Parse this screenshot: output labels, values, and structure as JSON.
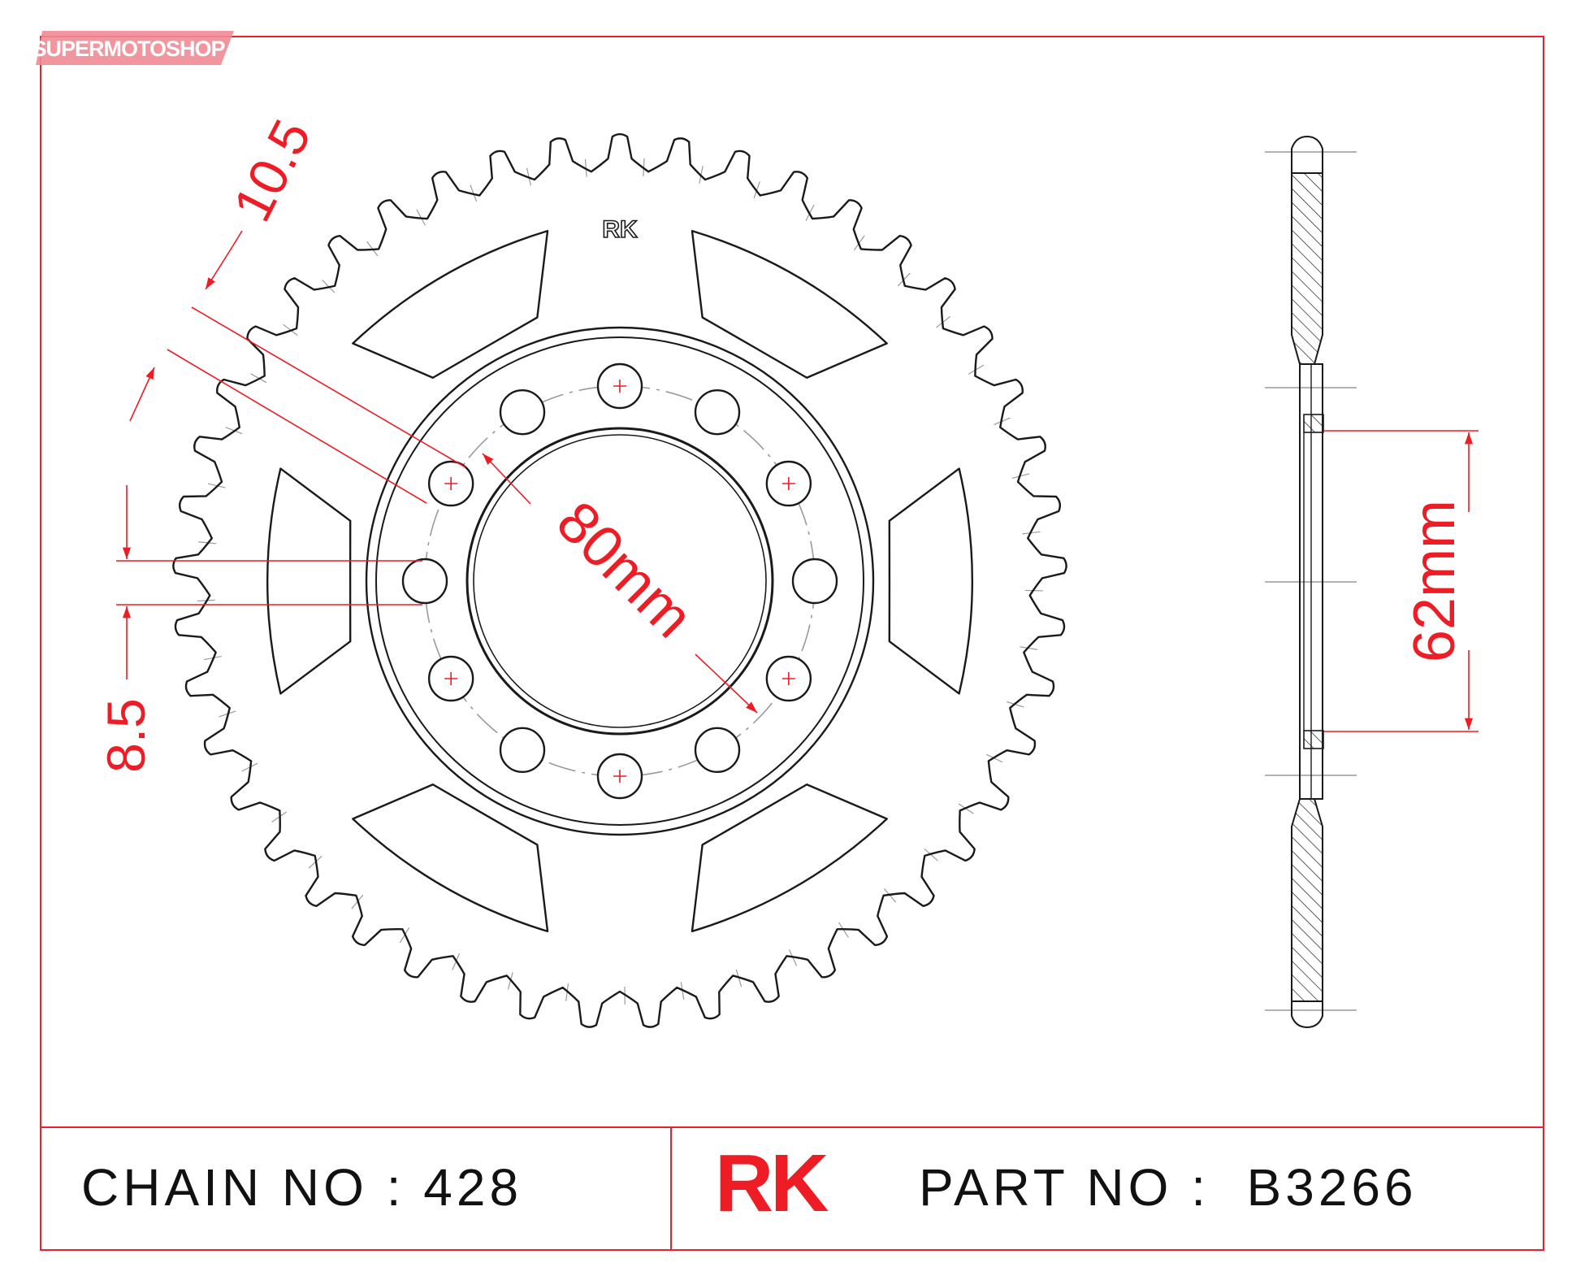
{
  "watermark": "SUPERMOTOSHOP",
  "sprocket": {
    "brand_stamp": "RK",
    "teeth": 45,
    "bolt_holes": 12
  },
  "dimensions": {
    "tooth_pitch": "10.5",
    "hole_diameter": "8.5",
    "bolt_circle": "80mm",
    "center_bore": "62mm"
  },
  "footer": {
    "chain_label": "CHAIN NO : 428",
    "brand": "RK",
    "part_label": "PART NO :  B3266"
  },
  "colors": {
    "frame": "#e8212b",
    "dimension": "#ee1c25",
    "outline": "#1a1a1a",
    "watermark_bg": "#f08a93"
  }
}
